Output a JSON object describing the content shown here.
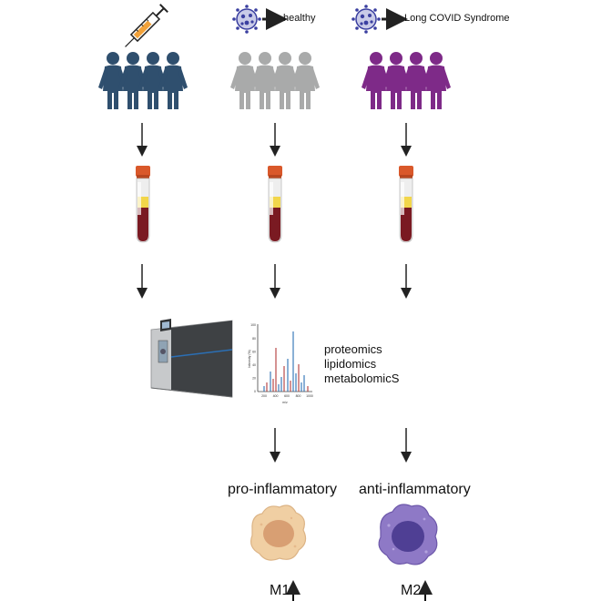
{
  "groups": [
    {
      "id": "vaccinated",
      "people_color": "#2f4f6e",
      "label": ""
    },
    {
      "id": "healthy",
      "people_color": "#a9aaaa",
      "label": "healthy"
    },
    {
      "id": "long-covid",
      "people_color": "#7e2a88",
      "label": "Long COVID Syndrome"
    }
  ],
  "omics": {
    "items": [
      "proteomics",
      "lipidomics",
      "metabolomicS"
    ]
  },
  "outcomes": [
    {
      "id": "pro",
      "label": "pro-inflammatory",
      "cell_color": "#f0cfa3",
      "nucleus_color": "#d89f73",
      "marker": "M1"
    },
    {
      "id": "anti",
      "label": "anti-inflammatory",
      "cell_color": "#8e79c6",
      "nucleus_color": "#4f3f94",
      "marker": "M2"
    }
  ],
  "spectrum": {
    "y_ticks": [
      "100",
      "80",
      "60",
      "40",
      "20",
      "0"
    ],
    "x_ticks": [
      "200",
      "400",
      "600",
      "800",
      "1000"
    ],
    "ylabel": "Intensity (%)",
    "xlabel": "m/z"
  },
  "colors": {
    "arrow": "#222222",
    "tube_cap": "#d9582a",
    "blood": "#7a1a22",
    "serum": "#f2d64a",
    "virus": "#3a3fa0",
    "syringe": "#f2a23a"
  }
}
